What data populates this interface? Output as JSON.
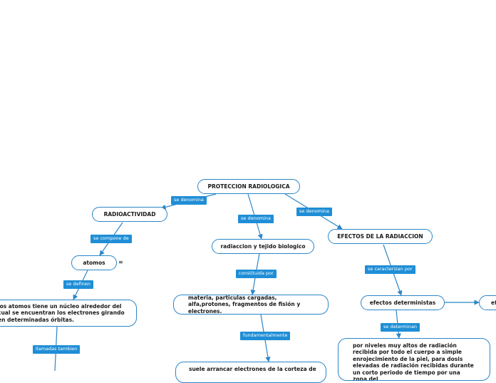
{
  "nodes": {
    "root": "PROTECCION RADIOLOGICA",
    "radioactividad": "RADIOACTIVIDAD",
    "atomos": "atomos",
    "nucleo": "los atomos tiene un núcleo alrededor del cual se encuentran los electrones girando en determinadas órbitas.",
    "radiacion_tejido": "radiaccion y tejido biologico",
    "materia": "materia, particulas cargadas, alfa,protones, fragmentos de fisión y electrones.",
    "arrancar": "suele arrancar electrones de la corteza de",
    "efectos": "EFECTOS DE LA RADIACCION",
    "deterministas": "efectos deterministas",
    "niveles": "por niveles muy altos de radiación recibida por todo el cuerpo a simple enrojecimiento de la piel, para dosis elevadas de radiación recibidas durante un corto periodo de tiempo por una zona del",
    "partial": "ef"
  },
  "labels": {
    "denomina_left": "se denomina",
    "denomina_mid": "se denomina",
    "denomina_right": "se denomina",
    "compone": "se compone de",
    "definen": "se definen",
    "llamadas": "llamadas tambien",
    "constituida": "constituida por",
    "fundamentalmente": "fundamentalmente",
    "caracterizan": "se caracterizan por",
    "determinan": "se determinan"
  },
  "icons": {
    "menu": "menu-lines-icon"
  },
  "colors": {
    "accent": "#1f8ed6",
    "border": "#2a86c8",
    "line": "#2a86c8"
  }
}
